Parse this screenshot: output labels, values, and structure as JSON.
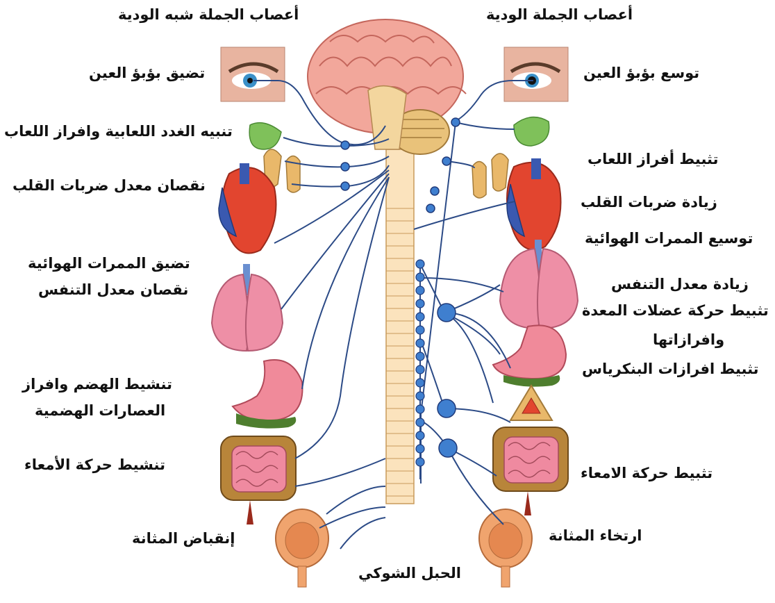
{
  "headers": {
    "parasympathetic": "أعصاب الجملة شبه الودية",
    "sympathetic": "أعصاب الجملة الودية"
  },
  "left_labels": {
    "pupil_constrict": "تضيق بؤبؤ العين",
    "saliva_stimulate": "تنبيه الغدد اللعابية وافراز اللعاب",
    "heart_decrease": "نقصان معدل ضربات القلب",
    "airway_narrow": "تضيق الممرات الهوائية",
    "breath_decrease": "نقصان معدل التنفس",
    "digest_1": "تنشيط الهضم وافراز",
    "digest_2": "العصارات الهضمية",
    "intestine_activate": "تنشيط حركة الأمعاء",
    "bladder_contract": "إنقباض المثانة"
  },
  "right_labels": {
    "pupil_dilate": "توسع بؤبؤ العين",
    "saliva_inhibit": "تثبيط أفراز اللعاب",
    "heart_increase": "زيادة ضربات القلب",
    "airway_widen": "توسيع الممرات الهوائية",
    "breath_increase": "زيادة معدل التنفس",
    "stomach_1": "تثبيط حركة عضلات المعدة",
    "stomach_2": "وافرازاتها",
    "pancreas_inhibit": "تثبيط افرازات البنكرياس",
    "intestine_inhibit": "تثبيط حركة الامعاء",
    "bladder_relax": "ارتخاء المثانة"
  },
  "center_label": "الحبل الشوكي",
  "colors": {
    "nerve": "#2b4a86",
    "ganglion": "#3f7fcf",
    "brain": "#f2a79b",
    "spine": "#fbe3bd",
    "lung": "#ee8fa6",
    "heart": "#e2452f",
    "gland": "#e9b86a",
    "salivary": "#7fc15a"
  }
}
